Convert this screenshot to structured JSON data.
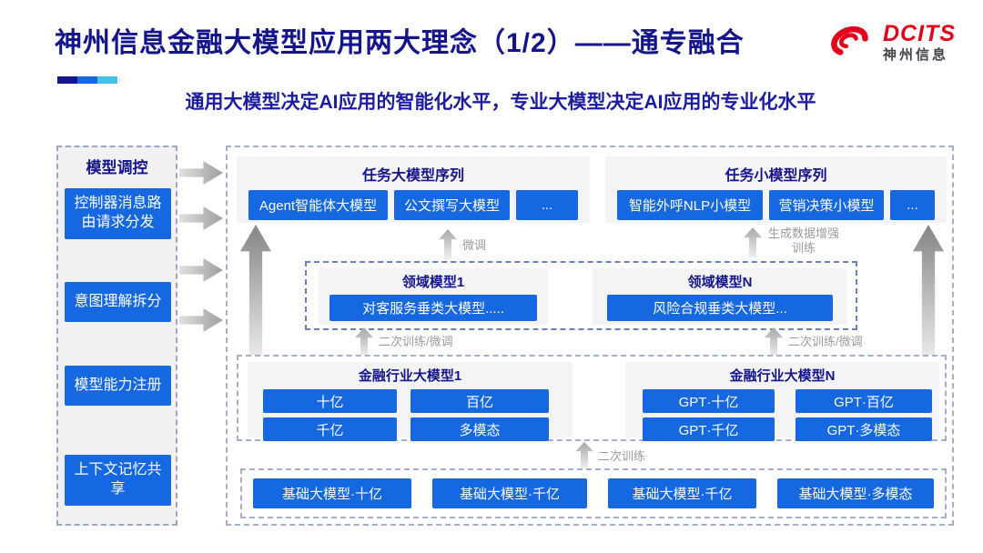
{
  "header": {
    "title": "神州信息金融大模型应用两大理念（1/2）——通专融合",
    "subtitle": "通用大模型决定AI应用的智能化水平，专业大模型决定AI应用的专业化水平",
    "logo": {
      "brand": "DCITS",
      "brand_cn": "神州信息"
    }
  },
  "colors": {
    "navy": "#14148c",
    "button_blue": "#1568e0",
    "accent_cyan": "#41c2ea",
    "logo_red": "#e3001b"
  },
  "sidebar": {
    "title": "模型调控",
    "items": [
      "控制器消息路由请求分发",
      "意图理解拆分",
      "模型能力注册",
      "上下文记忆共享"
    ]
  },
  "diagram": {
    "task_large": {
      "title": "任务大模型序列",
      "items": [
        "Agent智能体大模型",
        "公文撰写大模型",
        "..."
      ]
    },
    "task_small": {
      "title": "任务小模型序列",
      "items": [
        "智能外呼NLP小模型",
        "营销决策小模型",
        "..."
      ]
    },
    "labels": {
      "fine_tune": "微调",
      "augment": "生成数据增强训练",
      "retrain_ft_left": "二次训练/微调",
      "retrain_ft_right": "二次训练/微调",
      "retrain": "二次训练"
    },
    "domain": {
      "panels": [
        {
          "title": "领域模型1",
          "item": "对客服务垂类大模型....."
        },
        {
          "title": "领域模型N",
          "item": "风险合规垂类大模型..."
        }
      ]
    },
    "industry": {
      "panels": [
        {
          "title": "金融行业大模型1",
          "items": [
            "十亿",
            "百亿",
            "千亿",
            "多模态"
          ]
        },
        {
          "title": "金融行业大模型N",
          "items": [
            "GPT·十亿",
            "GPT·百亿",
            "GPT·千亿",
            "GPT·多模态"
          ]
        }
      ]
    },
    "base": {
      "items": [
        "基础大模型·十亿",
        "基础大模型·千亿",
        "基础大模型·千亿",
        "基础大模型·多模态"
      ]
    }
  }
}
